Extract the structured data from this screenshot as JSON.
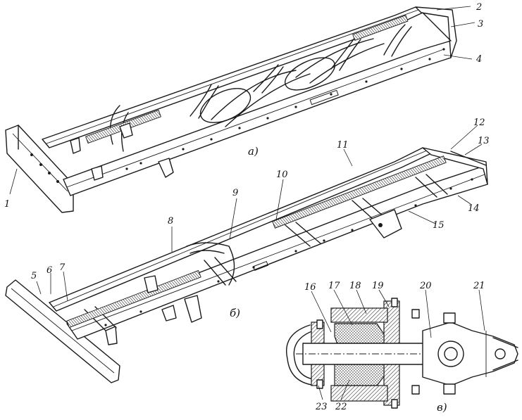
{
  "figure": {
    "callouts": [
      "1",
      "2",
      "3",
      "4",
      "5",
      "6",
      "7",
      "8",
      "9",
      "10",
      "11",
      "12",
      "13",
      "14",
      "15",
      "16",
      "17",
      "18",
      "19",
      "20",
      "21",
      "22",
      "23"
    ],
    "sublabels": [
      "а)",
      "б)",
      "в)"
    ]
  },
  "icons": {
    "frame_a": "ladder-frame-drawing",
    "frame_b": "ladder-frame-drawing",
    "joint_c": "tow-hitch-section-drawing"
  }
}
